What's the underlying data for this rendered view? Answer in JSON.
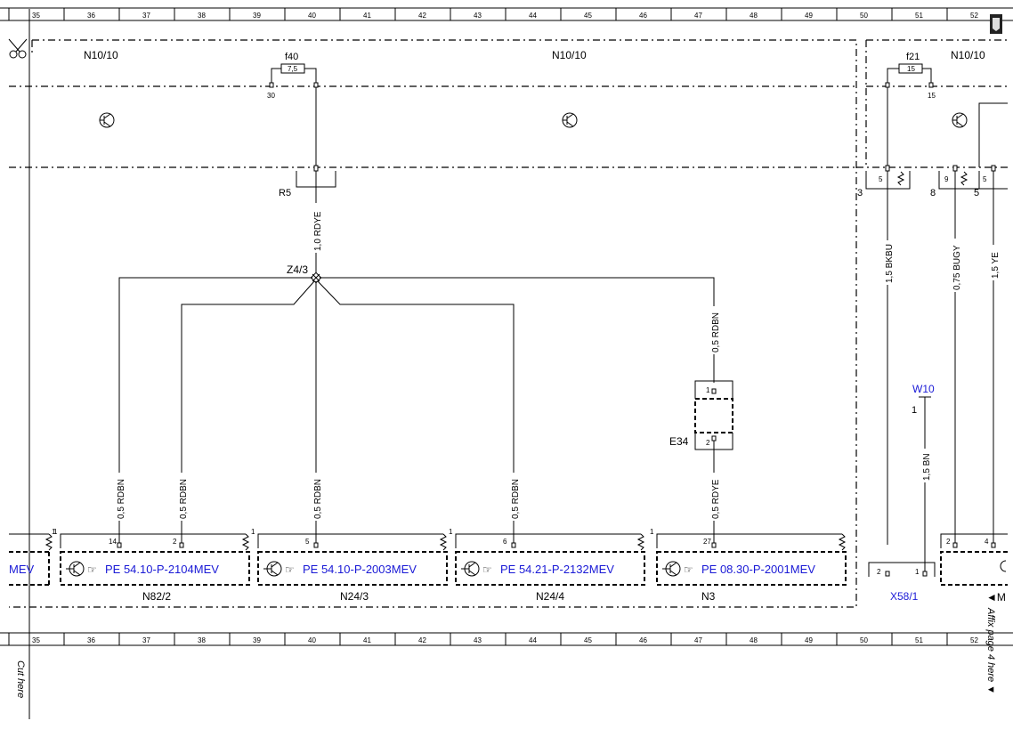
{
  "ruler": {
    "cells": [
      "35",
      "36",
      "37",
      "38",
      "39",
      "40",
      "41",
      "42",
      "43",
      "44",
      "45",
      "46",
      "47",
      "48",
      "49",
      "50",
      "51",
      "52"
    ]
  },
  "modules": {
    "left": "N10/10",
    "center": "N10/10",
    "right": "N10/10"
  },
  "fuses": {
    "f40": {
      "name": "f40",
      "rating": "7,5",
      "pin_in": "30"
    },
    "f21": {
      "name": "f21",
      "rating": "15",
      "pin_in": "15"
    }
  },
  "resistor": {
    "label": "R5"
  },
  "splice": {
    "label": "Z4/3"
  },
  "component_e34": {
    "label": "E34",
    "pin1": "1",
    "pin2": "2"
  },
  "ground_w10": {
    "label": "W10",
    "pin": "1"
  },
  "connector_x58": {
    "label": "X58/1",
    "pin2": "2",
    "pin1": "1"
  },
  "wires": {
    "main": "1,0 RDYE",
    "to_e34": "0,5 RDBN",
    "n82_2": "0,5 RDBN",
    "n24_3_a": "0,5 RDBN",
    "n24_3_b": "0,5 RDBN",
    "n24_4": "0,5 RDBN",
    "n3": "0,5 RDYE",
    "bkbu": "1,5 BKBU",
    "bugy": "0,75 BUGY",
    "ye": "1,5 YE",
    "bn": "1,5 BN"
  },
  "right_pins": {
    "p3": "3",
    "p5a": "5",
    "p8": "8",
    "p9": "9",
    "p5b": "5",
    "p5c": "5",
    "bottom_p2": "2",
    "bottom_p4": "4"
  },
  "devices": [
    {
      "label": "N82/2",
      "pe_ref": "PE 54.10-P-2104MEV",
      "pin": "14",
      "side_pin": "2",
      "edge_pin": "1"
    },
    {
      "label": "N24/3",
      "pe_ref": "PE 54.10-P-2003MEV",
      "pin": "5",
      "edge_pin": "1"
    },
    {
      "label": "N24/4",
      "pe_ref": "PE 54.21-P-2132MEV",
      "pin": "6",
      "edge_pin": "1"
    },
    {
      "label": "N3",
      "pe_ref": "PE 08.30-P-2001MEV",
      "pin": "27",
      "edge_pin": "1"
    }
  ],
  "left_partial_ref": "MEV",
  "right_partial_ref": "◄M",
  "margin": {
    "cut_here": "Cut here",
    "affix": "Affix page 4 here ▼"
  }
}
